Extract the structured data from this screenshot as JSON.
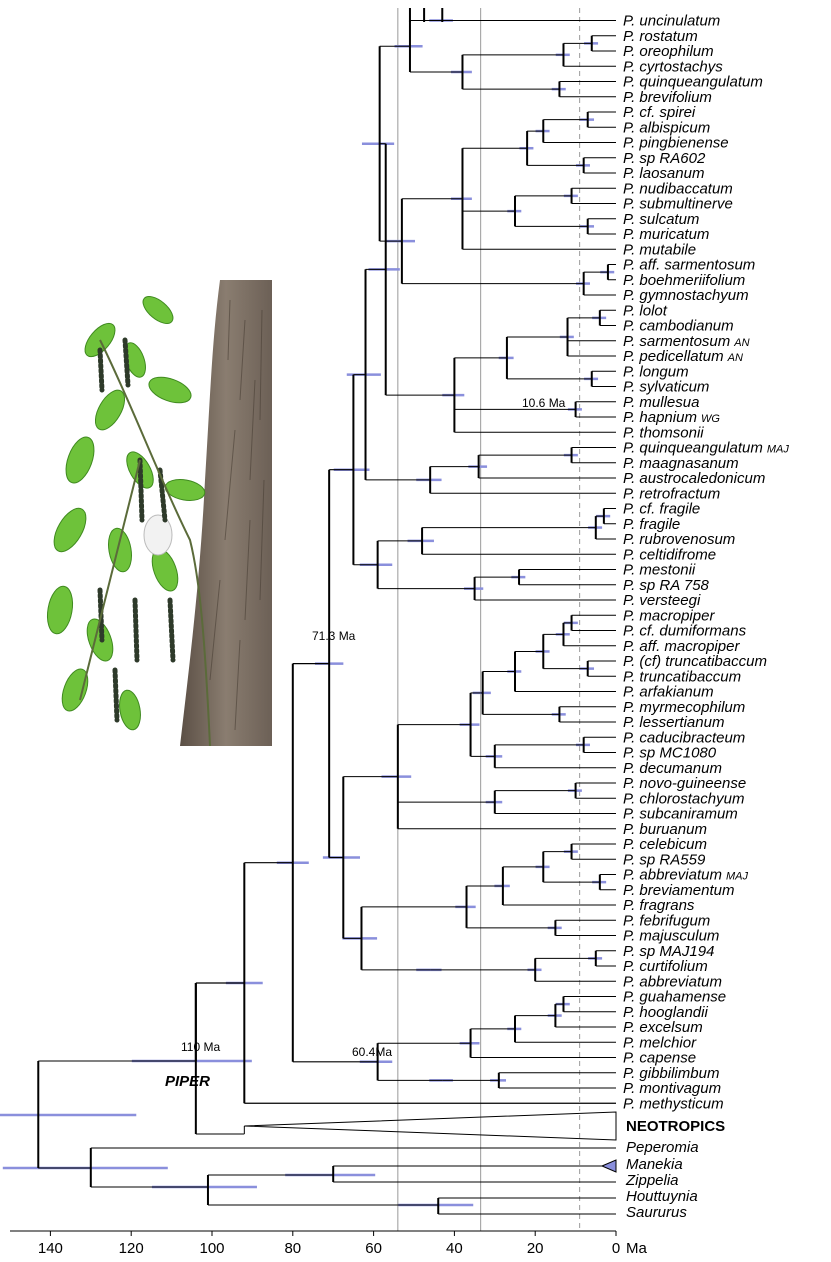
{
  "axis": {
    "ticks": [
      "140",
      "120",
      "100",
      "80",
      "60",
      "40",
      "20",
      "0"
    ],
    "tick_values": [
      140,
      120,
      100,
      80,
      60,
      40,
      20,
      0
    ],
    "unit": "Ma",
    "reference_lines": [
      54,
      33.5,
      9
    ]
  },
  "node_labels": {
    "piper_crown": "110 Ma",
    "node_71": "71.3 Ma",
    "node_60": "60.4Ma",
    "node_10": "10.6 Ma"
  },
  "clade_label": "PIPER",
  "photo": {
    "description_icon": "piper-plant-photo"
  },
  "colors": {
    "hpd_bar": "#8a8fdc",
    "branch": "#000000",
    "ref_line": "#999999"
  },
  "taxa": [
    {
      "name": "P. uncinulatum"
    },
    {
      "name": "P. rostatum"
    },
    {
      "name": "P. oreophilum"
    },
    {
      "name": "P. cyrtostachys"
    },
    {
      "name": "P. quinqueangulatum"
    },
    {
      "name": "P. brevifolium"
    },
    {
      "name": "P. cf. spirei"
    },
    {
      "name": "P. albispicum"
    },
    {
      "name": "P. pingbienense"
    },
    {
      "name": "P. sp RA602"
    },
    {
      "name": "P. laosanum"
    },
    {
      "name": "P. nudibaccatum"
    },
    {
      "name": "P. submultinerve"
    },
    {
      "name": "P. sulcatum"
    },
    {
      "name": "P. muricatum"
    },
    {
      "name": "P. mutabile"
    },
    {
      "name": "P. aff. sarmentosum"
    },
    {
      "name": "P. boehmeriifolium"
    },
    {
      "name": "P. gymnostachyum"
    },
    {
      "name": "P. lolot"
    },
    {
      "name": "P. cambodianum"
    },
    {
      "name": "P. sarmentosum",
      "suffix": "AN"
    },
    {
      "name": "P. pedicellatum",
      "suffix": "AN"
    },
    {
      "name": "P. longum"
    },
    {
      "name": "P. sylvaticum"
    },
    {
      "name": "P. mullesua"
    },
    {
      "name": "P. hapnium",
      "suffix": "WG"
    },
    {
      "name": "P. thomsonii"
    },
    {
      "name": "P. quinqueangulatum",
      "suffix": "MAJ"
    },
    {
      "name": "P. maagnasanum"
    },
    {
      "name": "P. austrocaledonicum"
    },
    {
      "name": "P. retrofractum"
    },
    {
      "name": "P. cf. fragile"
    },
    {
      "name": "P. fragile"
    },
    {
      "name": "P. rubrovenosum"
    },
    {
      "name": "P. celtidifrome"
    },
    {
      "name": "P. mestonii"
    },
    {
      "name": "P. sp RA 758"
    },
    {
      "name": "P. versteegi"
    },
    {
      "name": "P. macropiper"
    },
    {
      "name": "P. cf. dumiformans"
    },
    {
      "name": "P. aff. macropiper"
    },
    {
      "name": "P. (cf) truncatibaccum"
    },
    {
      "name": "P. truncatibaccum"
    },
    {
      "name": "P. arfakianum"
    },
    {
      "name": "P. myrmecophilum"
    },
    {
      "name": "P. lessertianum"
    },
    {
      "name": "P. caducibracteum"
    },
    {
      "name": "P. sp MC1080"
    },
    {
      "name": "P. decumanum"
    },
    {
      "name": "P. novo-guineense"
    },
    {
      "name": "P. chlorostachyum"
    },
    {
      "name": "P. subcaniramum"
    },
    {
      "name": "P. buruanum"
    },
    {
      "name": "P. celebicum"
    },
    {
      "name": "P. sp RA559"
    },
    {
      "name": "P. abbreviatum",
      "suffix": "MAJ"
    },
    {
      "name": "P. breviamentum"
    },
    {
      "name": "P. fragrans"
    },
    {
      "name": "P. febrifugum"
    },
    {
      "name": "P. majusculum"
    },
    {
      "name": "P. sp MAJ194"
    },
    {
      "name": "P. curtifolium"
    },
    {
      "name": "P. abbreviatum"
    },
    {
      "name": "P. guahamense"
    },
    {
      "name": "P. hooglandii"
    },
    {
      "name": "P. excelsum"
    },
    {
      "name": "P. melchior"
    },
    {
      "name": "P. capense"
    },
    {
      "name": "P. gibbilimbum"
    },
    {
      "name": "P. montivagum"
    },
    {
      "name": "P. methysticum"
    }
  ],
  "outgroups": {
    "neotropics": "NEOTROPICS",
    "peperomia": "Peperomia",
    "manekia": "Manekia",
    "zippelia": "Zippelia",
    "houttuynia": "Houttuynia",
    "saururus": "Saururus"
  }
}
